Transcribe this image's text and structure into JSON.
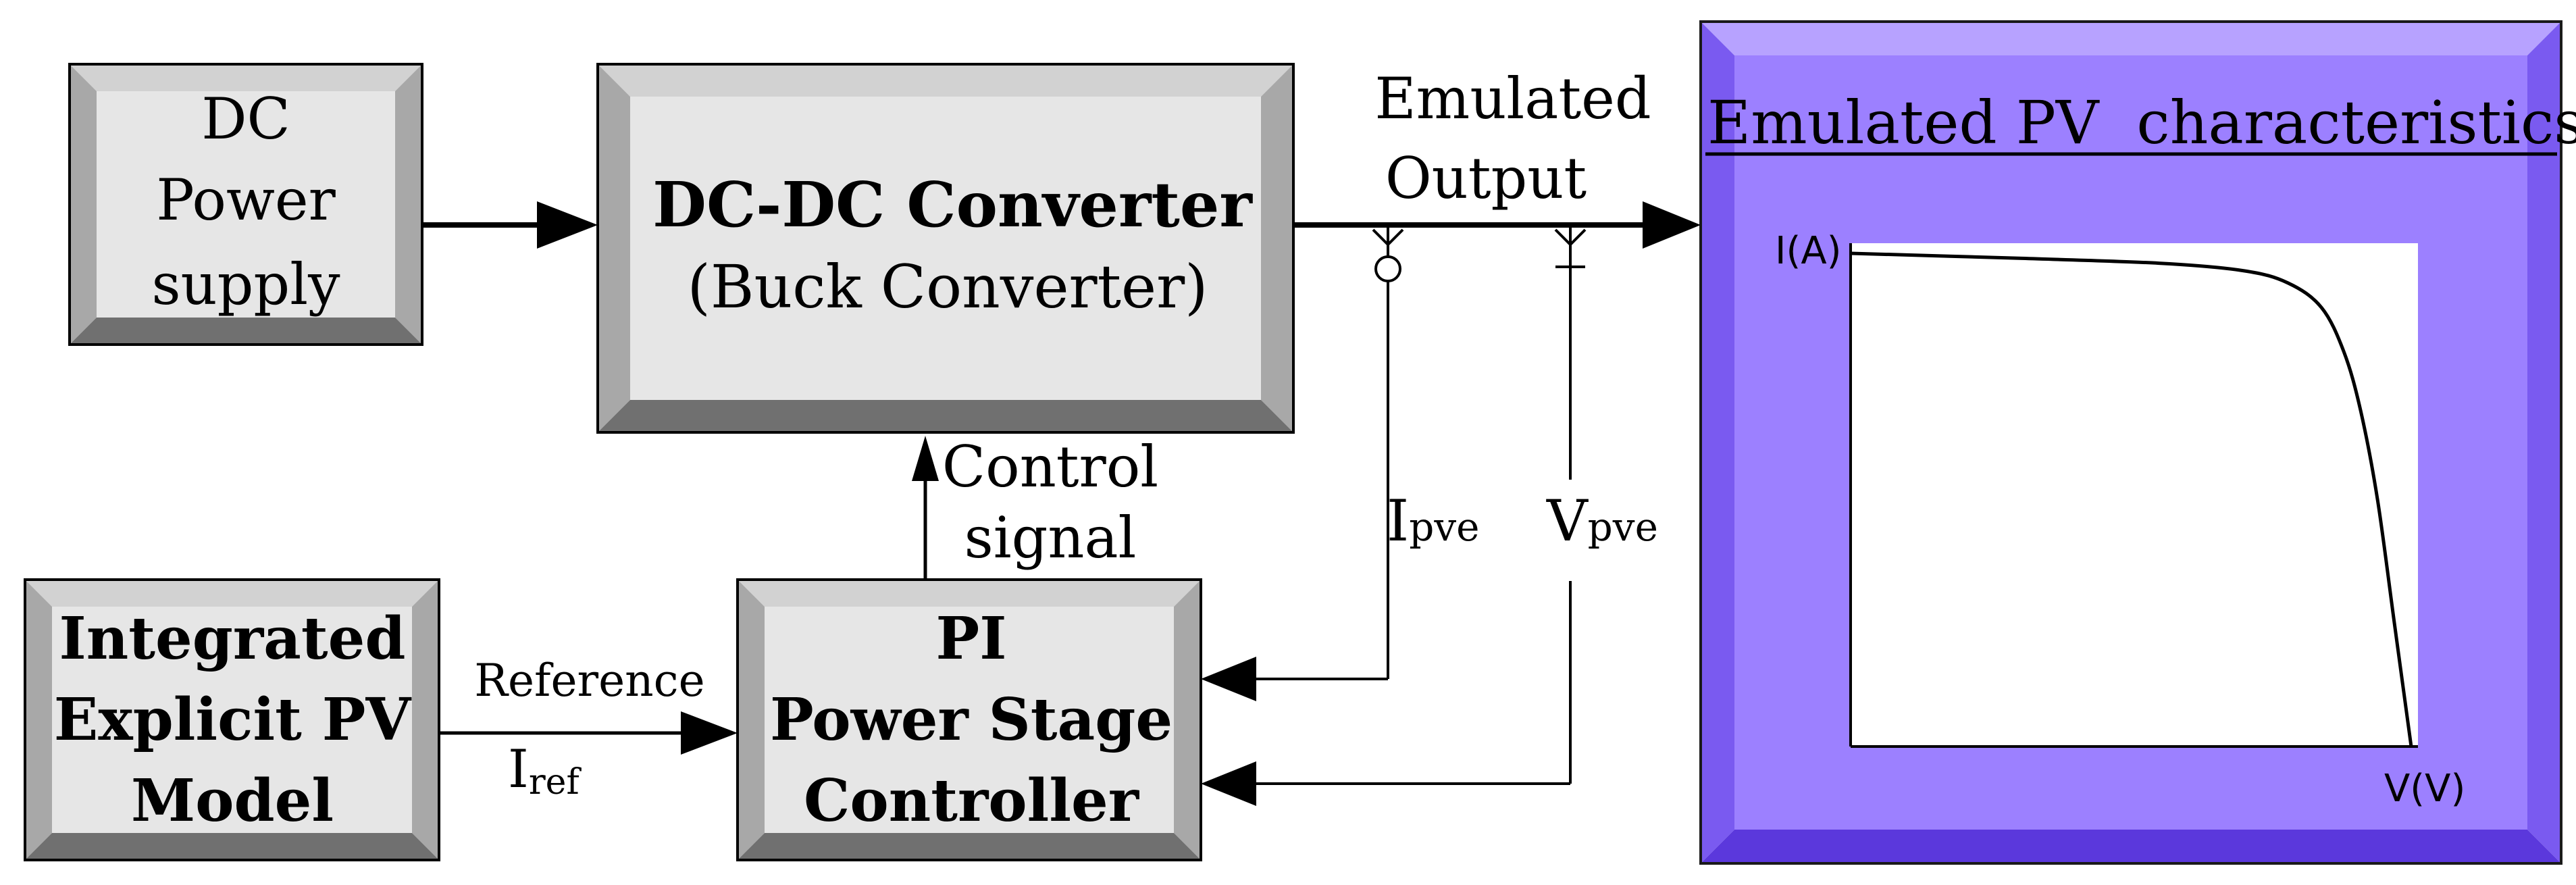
{
  "colors": {
    "block_face": "#e6e6e6",
    "bevel_light": "#d2d2d2",
    "bevel_mid": "#a8a8a8",
    "bevel_dark": "#707070",
    "pv_panel": "#9c80ff",
    "pv_bevel_dark": "#5b38dc",
    "pv_bevel_light": "#b7a2ff",
    "line": "#000000"
  },
  "blocks": {
    "dc_supply": {
      "lines": [
        "DC",
        "Power",
        "supply"
      ]
    },
    "converter": {
      "line1": "DC-DC Converter",
      "line2": "(Buck Converter)"
    },
    "pv_model": {
      "lines": [
        "Integrated",
        "Explicit PV",
        "Model"
      ]
    },
    "controller": {
      "lines": [
        "PI",
        "Power Stage",
        "Controller"
      ]
    }
  },
  "labels": {
    "emulated_output": [
      "Emulated",
      "Output"
    ],
    "control_signal": [
      "Control",
      "signal"
    ],
    "reference": "Reference",
    "iref_main": "I",
    "iref_sub": "ref",
    "ipve_main": "I",
    "ipve_sub": "pve",
    "vpve_main": "V",
    "vpve_sub": "pve"
  },
  "pv_panel": {
    "title": "Emulated PV  characteristics",
    "y_axis_label": "I(A)",
    "x_axis_label": "V(V)"
  },
  "chart_data": {
    "type": "line",
    "title": "Emulated PV  characteristics",
    "xlabel": "V(V)",
    "ylabel": "I(A)",
    "series": [
      {
        "x": [
          0,
          0.3,
          0.55,
          0.7,
          0.78,
          0.84,
          0.88,
          0.91,
          0.94,
          0.97,
          1.0
        ],
        "y": [
          1.0,
          0.99,
          0.98,
          0.965,
          0.94,
          0.89,
          0.8,
          0.68,
          0.5,
          0.25,
          0.0
        ]
      }
    ]
  }
}
